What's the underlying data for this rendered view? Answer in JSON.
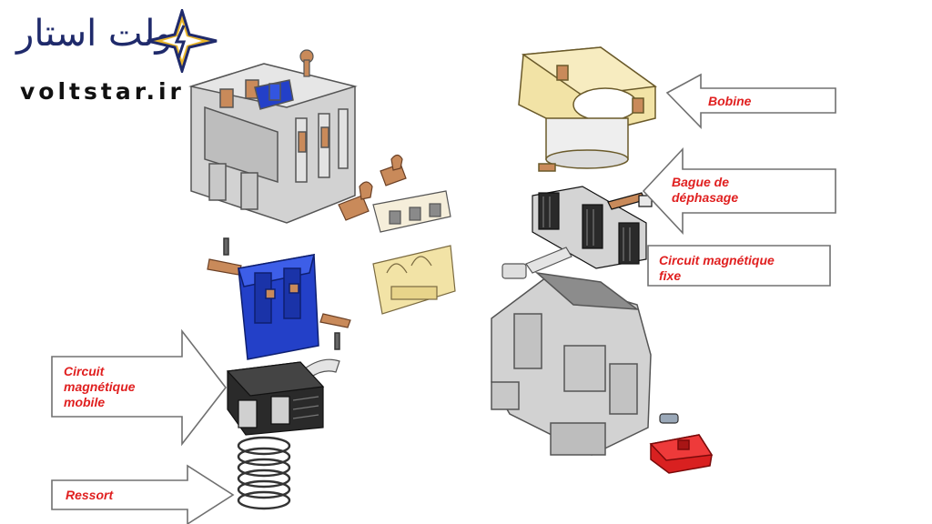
{
  "logo": {
    "persian_text": "ولت استار",
    "url": "voltstar.ir",
    "colors": {
      "star_gold": "#e9b62a",
      "star_navy": "#1f2a6b"
    }
  },
  "labels": {
    "bobine": [
      "Bobine"
    ],
    "bague": [
      "Bague de",
      "déphasage"
    ],
    "circuit_fixe": [
      "Circuit magnétique",
      "fixe"
    ],
    "circuit_mobile": [
      "Circuit",
      "magnétique",
      "mobile"
    ],
    "ressort": [
      "Ressort"
    ]
  },
  "colors": {
    "label_red": "#e02020",
    "arrow_stroke": "#707070",
    "housing_grey": "#d2d2d2",
    "coil_yellow": "#f2e3a6",
    "blue_part": "#2340c8",
    "copper": "#c98a5a",
    "core_black": "#2a2a2a",
    "red_part": "#d92020"
  }
}
